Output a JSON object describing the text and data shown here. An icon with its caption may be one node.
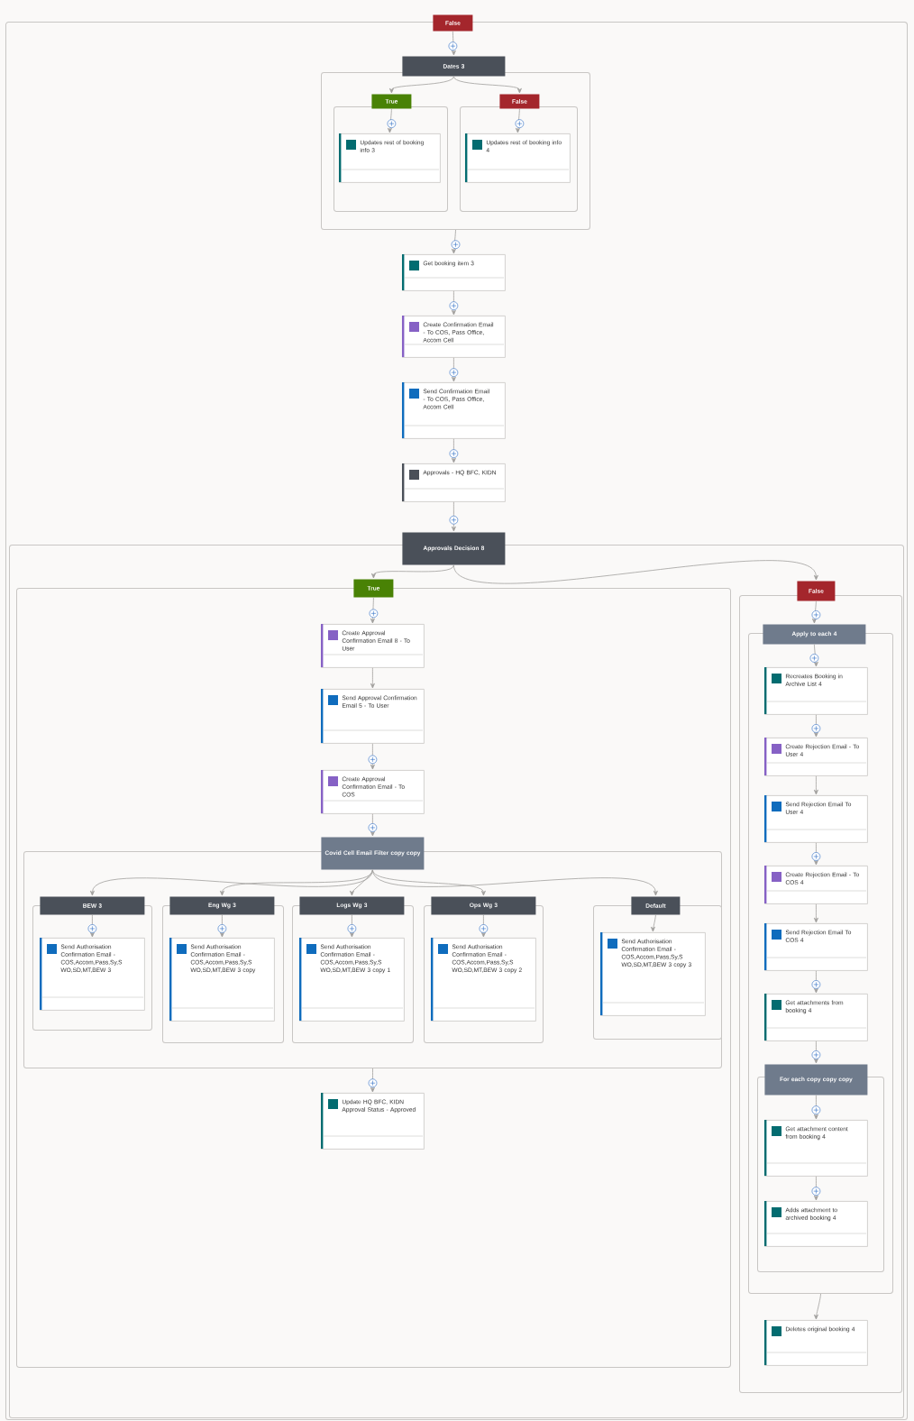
{
  "diagram": {
    "nodes": [
      {
        "text": [
          "False"
        ]
      },
      {
        "text": [
          "Dates 3"
        ],
        "in": 0
      },
      {
        "text": [
          "True"
        ],
        "in": 1
      },
      {
        "text": [
          "Updates rest of booking info 3"
        ],
        "in": 2
      },
      {
        "text": [
          "False"
        ],
        "in": 1
      },
      {
        "text": [
          "Updates rest of booking info 4"
        ],
        "in": 4
      },
      {
        "text": [
          "Get booking item 3"
        ],
        "in": 0
      },
      {
        "text": [
          "Create Confirmation Email - To COS, Pass Office, Accom Cell"
        ],
        "in": 0
      },
      {
        "text": [
          "Send Confirmation Email - To COS, Pass Office, Accom Cell"
        ],
        "in": 0
      },
      {
        "text": [
          "Approvals - HQ BFC, KIDN"
        ],
        "in": 0
      },
      {
        "text": [
          "Approvals Decision 8"
        ],
        "in": 0
      },
      {
        "text": [
          "True"
        ],
        "in": 10
      },
      {
        "text": [
          "Create Approval Confirmation Email 8 - To User"
        ],
        "in": 11
      },
      {
        "text": [
          "Send Approval Confirmation Email 5 - To User"
        ],
        "in": 11
      },
      {
        "text": [
          "Create Approval Confirmation Email - To COS"
        ],
        "in": 11
      },
      {
        "text": [
          "Covid Cell Email Filter copy copy"
        ],
        "in": 11
      },
      {
        "text": [
          "BEW 3"
        ],
        "in": 15
      },
      {
        "text": [
          "Send Authorisation Confirmation Email - COS,Accom,Pass,Sy,S WO,SD,MT,BEW 3"
        ],
        "in": 16
      },
      {
        "text": [
          "Eng Wg 3"
        ],
        "in": 15
      },
      {
        "text": [
          "Send Authorisation Confirmation Email - COS,Accom,Pass,Sy,S WO,SD,MT,BEW 3 copy"
        ],
        "in": 18
      },
      {
        "text": [
          "Logs Wg 3"
        ],
        "in": 15
      },
      {
        "text": [
          "Send Authorisation Confirmation Email - COS,Accom,Pass,Sy,S WO,SD,MT,BEW 3 copy 1"
        ],
        "in": 20
      },
      {
        "text": [
          "Ops Wg 3"
        ],
        "in": 15
      },
      {
        "text": [
          "Send Authorisation Confirmation Email - COS,Accom,Pass,Sy,S WO,SD,MT,BEW 3 copy 2"
        ],
        "in": 22
      },
      {
        "text": [
          "Default"
        ],
        "in": 15
      },
      {
        "text": [
          "Send Authorisation Confirmation Email - COS,Accom,Pass,Sy,S WO,SD,MT,BEW 3 copy 3"
        ],
        "in": 24
      },
      {
        "text": [
          "Update HQ BFC, KIDN Approval Status - Approved"
        ],
        "in": 11
      },
      {
        "text": [
          "False"
        ],
        "in": 10
      },
      {
        "text": [
          "Apply to each 4"
        ],
        "in": 27
      },
      {
        "text": [
          "Recreates Booking in Archive List 4"
        ],
        "in": 28
      },
      {
        "text": [
          "Create Rejection Email - To User 4"
        ],
        "in": 28
      },
      {
        "text": [
          "Send Rejection Email To User 4"
        ],
        "in": 28
      },
      {
        "text": [
          "Create Rejection Email - To COS 4"
        ],
        "in": 28
      },
      {
        "text": [
          "Send Rejection Email To COS 4"
        ],
        "in": 28
      },
      {
        "text": [
          "Get attachments from booking 4"
        ],
        "in": 28
      },
      {
        "text": [
          "For each copy copy copy"
        ],
        "in": 28
      },
      {
        "text": [
          "Get attachment content from booking 4"
        ],
        "in": 35
      },
      {
        "text": [
          "Adds attachment to archived booking 4"
        ],
        "in": 35
      },
      {
        "text": [
          "Deletes original booking 4"
        ],
        "in": 27
      }
    ],
    "edges": [
      {
        "from": 0,
        "to": 1,
        "arrow": "to"
      },
      {
        "from": 1,
        "to": 2,
        "arrow": "to"
      },
      {
        "from": 1,
        "to": 4,
        "arrow": "to"
      },
      {
        "from": 2,
        "to": 3,
        "arrow": "to"
      },
      {
        "from": 4,
        "to": 5,
        "arrow": "to"
      },
      {
        "from": 1,
        "to": 6,
        "arrow": "to"
      },
      {
        "from": 6,
        "to": 7,
        "arrow": "to"
      },
      {
        "from": 7,
        "to": 8,
        "arrow": "to"
      },
      {
        "from": 8,
        "to": 9,
        "arrow": "to"
      },
      {
        "from": 9,
        "to": 10,
        "arrow": "to"
      },
      {
        "from": 10,
        "to": 11,
        "arrow": "to"
      },
      {
        "from": 10,
        "to": 27,
        "arrow": "to"
      },
      {
        "from": 11,
        "to": 12,
        "arrow": "to"
      },
      {
        "from": 12,
        "to": 13,
        "arrow": "to"
      },
      {
        "from": 13,
        "to": 14,
        "arrow": "to"
      },
      {
        "from": 14,
        "to": 15,
        "arrow": "to"
      },
      {
        "from": 15,
        "to": 16,
        "arrow": "to"
      },
      {
        "from": 15,
        "to": 18,
        "arrow": "to"
      },
      {
        "from": 15,
        "to": 20,
        "arrow": "to"
      },
      {
        "from": 15,
        "to": 22,
        "arrow": "to"
      },
      {
        "from": 15,
        "to": 24,
        "arrow": "to"
      },
      {
        "from": 16,
        "to": 17,
        "arrow": "to"
      },
      {
        "from": 18,
        "to": 19,
        "arrow": "to"
      },
      {
        "from": 20,
        "to": 21,
        "arrow": "to"
      },
      {
        "from": 22,
        "to": 23,
        "arrow": "to"
      },
      {
        "from": 24,
        "to": 25,
        "arrow": "to"
      },
      {
        "from": 15,
        "to": 26,
        "arrow": "to"
      },
      {
        "from": 27,
        "to": 28,
        "arrow": "to"
      },
      {
        "from": 28,
        "to": 29,
        "arrow": "to"
      },
      {
        "from": 29,
        "to": 30,
        "arrow": "to"
      },
      {
        "from": 30,
        "to": 31,
        "arrow": "to"
      },
      {
        "from": 31,
        "to": 32,
        "arrow": "to"
      },
      {
        "from": 32,
        "to": 33,
        "arrow": "to"
      },
      {
        "from": 33,
        "to": 34,
        "arrow": "to"
      },
      {
        "from": 34,
        "to": 35,
        "arrow": "to"
      },
      {
        "from": 35,
        "to": 36,
        "arrow": "to"
      },
      {
        "from": 36,
        "to": 37,
        "arrow": "to"
      },
      {
        "from": 28,
        "to": 38,
        "arrow": "to"
      }
    ]
  }
}
